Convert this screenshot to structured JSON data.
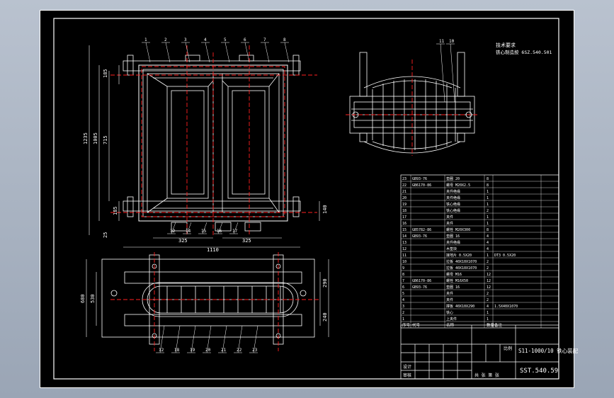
{
  "colors": {
    "background": "#000000",
    "line": "#ffffff",
    "centerline": "#ff2020",
    "dimension": "#ffffff",
    "accent": "#ffd0d0"
  },
  "front_view": {
    "balloons": [
      "1",
      "2",
      "3",
      "4",
      "5",
      "6",
      "7",
      "8"
    ],
    "dims_left": [
      "185",
      "1005",
      "715",
      "1235",
      "185",
      "25"
    ],
    "dims_right": [
      "140"
    ],
    "dims_bottom": [
      "325",
      "325",
      "1110"
    ],
    "bottom_balloons": [
      "12",
      "14",
      "15",
      "16",
      "17"
    ]
  },
  "top_view": {
    "dims_left": [
      "530",
      "680"
    ],
    "dims_right": [
      "290",
      "240"
    ],
    "bottom_balloons": [
      "12",
      "18",
      "19",
      "20",
      "21",
      "22",
      "23"
    ]
  },
  "side_view": {
    "balloons": [
      "11",
      "10"
    ]
  },
  "tech_notes": {
    "title": "技术要求",
    "line1": "铁心制造按 6SZ.540.501"
  },
  "title_block": {
    "drawing_no": "SST.540.59",
    "name": "S11-1000/10 铁心装配",
    "designer_label": "设计",
    "checker_label": "审核",
    "scale_label": "比例",
    "sheet_label": "共 张 第 张"
  },
  "bom_rows": [
    {
      "no": "23",
      "code": "GB93-76",
      "name": "垫圈 20",
      "qty": "8",
      "note": ""
    },
    {
      "no": "22",
      "code": "GB6170-86",
      "name": "螺母 M20X2.5",
      "qty": "8",
      "note": ""
    },
    {
      "no": "21",
      "code": "",
      "name": "夹件绝缘",
      "qty": "1",
      "note": ""
    },
    {
      "no": "20",
      "code": "",
      "name": "夹件绝缘",
      "qty": "1",
      "note": ""
    },
    {
      "no": "19",
      "code": "",
      "name": "铁心绝缘",
      "qty": "1",
      "note": ""
    },
    {
      "no": "18",
      "code": "",
      "name": "铁心绝缘",
      "qty": "2",
      "note": ""
    },
    {
      "no": "17",
      "code": "",
      "name": "夹件",
      "qty": "1",
      "note": ""
    },
    {
      "no": "16",
      "code": "",
      "name": "夹件",
      "qty": "1",
      "note": ""
    },
    {
      "no": "15",
      "code": "GB5782-86",
      "name": "螺栓 M20X300",
      "qty": "8",
      "note": ""
    },
    {
      "no": "14",
      "code": "GB93-76",
      "name": "垫圈 16",
      "qty": "4",
      "note": ""
    },
    {
      "no": "13",
      "code": "",
      "name": "夹件绝缘",
      "qty": "4",
      "note": ""
    },
    {
      "no": "12",
      "code": "",
      "name": "木垫块",
      "qty": "4",
      "note": ""
    },
    {
      "no": "11",
      "code": "",
      "name": "接地片 0.5X20",
      "qty": "1",
      "note": "DT3 0.5X20"
    },
    {
      "no": "10",
      "code": "",
      "name": "拉板 40X10X1070",
      "qty": "2",
      "note": ""
    },
    {
      "no": "9",
      "code": "",
      "name": "拉板 40X10X1070",
      "qty": "2",
      "note": ""
    },
    {
      "no": "8",
      "code": "",
      "name": "螺母 M16",
      "qty": "12",
      "note": ""
    },
    {
      "no": "7",
      "code": "GB6170-86",
      "name": "螺栓 M16X50",
      "qty": "12",
      "note": ""
    },
    {
      "no": "6",
      "code": "GB93-76",
      "name": "垫圈 16",
      "qty": "12",
      "note": ""
    },
    {
      "no": "5",
      "code": "",
      "name": "夹件",
      "qty": "2",
      "note": ""
    },
    {
      "no": "4",
      "code": "",
      "name": "夹件",
      "qty": "2",
      "note": ""
    },
    {
      "no": "3",
      "code": "",
      "name": "撑板 40X10X290",
      "qty": "4",
      "note": "1.5X40X1070"
    },
    {
      "no": "2",
      "code": "",
      "name": "铁心",
      "qty": "1",
      "note": ""
    },
    {
      "no": "1",
      "code": "",
      "name": "上夹件",
      "qty": "1",
      "note": ""
    }
  ],
  "bom_header": {
    "no": "序号",
    "code": "代号",
    "name": "名称",
    "qty": "数量",
    "note": "备注"
  }
}
